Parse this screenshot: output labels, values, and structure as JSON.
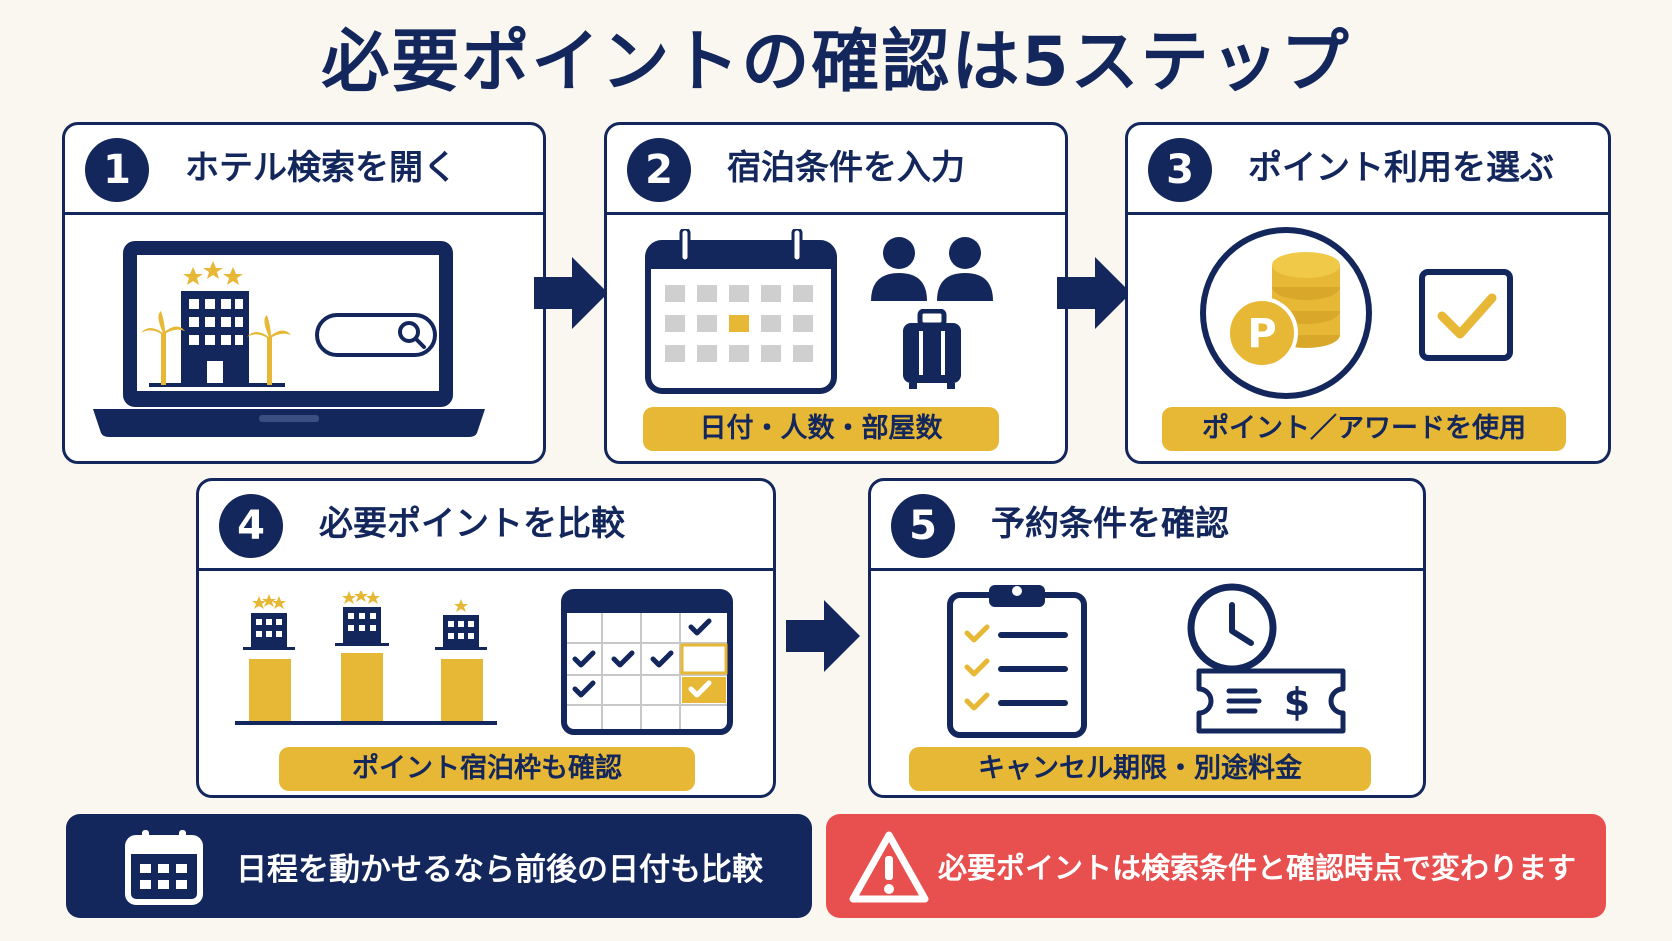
{
  "title": "必要ポイントの確認は5ステップ",
  "colors": {
    "navy": "#13275c",
    "gold": "#e6b836",
    "red": "#e8504f",
    "background": "#faf7f0"
  },
  "steps": [
    {
      "number": "1",
      "title": "ホテル検索を開く",
      "icons": [
        "laptop-icon",
        "hotel-icon",
        "palm-tree-icon",
        "search-icon"
      ]
    },
    {
      "number": "2",
      "title": "宿泊条件を入力",
      "caption": "日付・人数・部屋数",
      "icons": [
        "calendar-icon",
        "people-icon",
        "suitcase-icon"
      ]
    },
    {
      "number": "3",
      "title": "ポイント利用を選ぶ",
      "caption": "ポイント／アワードを使用",
      "icons": [
        "points-coin-icon",
        "checkbox-icon"
      ],
      "coin_letter": "P"
    },
    {
      "number": "4",
      "title": "必要ポイントを比較",
      "caption": "ポイント宿泊枠も確認",
      "icons": [
        "hotel-comparison-icon",
        "availability-calendar-icon"
      ]
    },
    {
      "number": "5",
      "title": "予約条件を確認",
      "caption": "キャンセル期限・別途料金",
      "icons": [
        "checklist-icon",
        "clock-icon",
        "fee-ticket-icon"
      ],
      "currency_symbol": "$"
    }
  ],
  "footer": {
    "tip": {
      "text": "日程を動かせるなら前後の日付も比較",
      "icon": "calendar-icon"
    },
    "warning": {
      "text": "必要ポイントは検索条件と確認時点で変わります",
      "icon": "warning-icon"
    }
  }
}
